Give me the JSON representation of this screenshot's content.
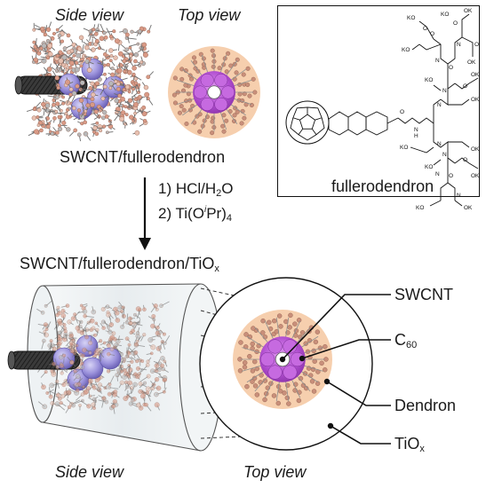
{
  "labels": {
    "side_view_top": "Side view",
    "top_view_top": "Top view",
    "composite_1": "SWCNT/fullerodendron",
    "box_caption": "fullerodendron",
    "step_1_prefix": "1) HCl/H",
    "step_1_sub": "2",
    "step_1_suffix": "O",
    "step_2_prefix": "2) Ti(O",
    "step_2_sup": "i",
    "step_2_mid": "Pr)",
    "step_2_sub": "4",
    "composite_2_prefix": "SWCNT/fullerodendron/TiO",
    "composite_2_sub": "x",
    "side_view_bottom": "Side view",
    "top_view_bottom": "Top view"
  },
  "callouts": {
    "swcnt": "SWCNT",
    "c60_prefix": "C",
    "c60_sub": "60",
    "dendron": "Dendron",
    "tiox_prefix": "TiO",
    "tiox_sub": "x"
  },
  "structure_labels": {
    "ok": "OK",
    "ko": "KO",
    "o": "O",
    "n": "N",
    "h": "H"
  },
  "colors": {
    "nanotube": "#2b2b2b",
    "fullerene": "#8f86d6",
    "fullerene_top": "#b24fd1",
    "dendron_halo": "#f6cfae",
    "dendron_bead": "#c98f7a",
    "tiox_shell": "#e6ecef",
    "ink": "#1a1a1a"
  }
}
